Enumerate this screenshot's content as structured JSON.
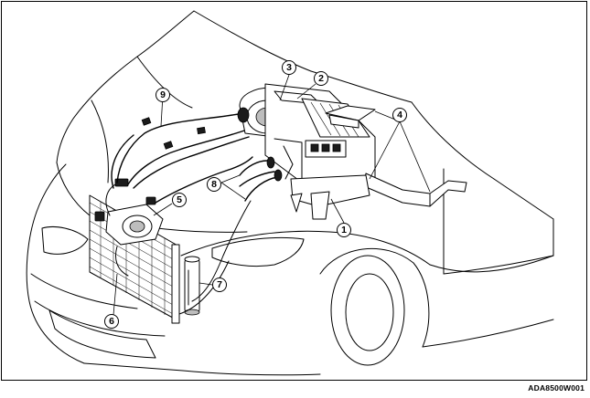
{
  "figure_code": "ADA8500W001",
  "callouts": [
    {
      "id": "1",
      "label": "1"
    },
    {
      "id": "2",
      "label": "2"
    },
    {
      "id": "3",
      "label": "3"
    },
    {
      "id": "4",
      "label": "4"
    },
    {
      "id": "5",
      "label": "5"
    },
    {
      "id": "6",
      "label": "6"
    },
    {
      "id": "7",
      "label": "7"
    },
    {
      "id": "8",
      "label": "8"
    },
    {
      "id": "9",
      "label": "9"
    }
  ]
}
